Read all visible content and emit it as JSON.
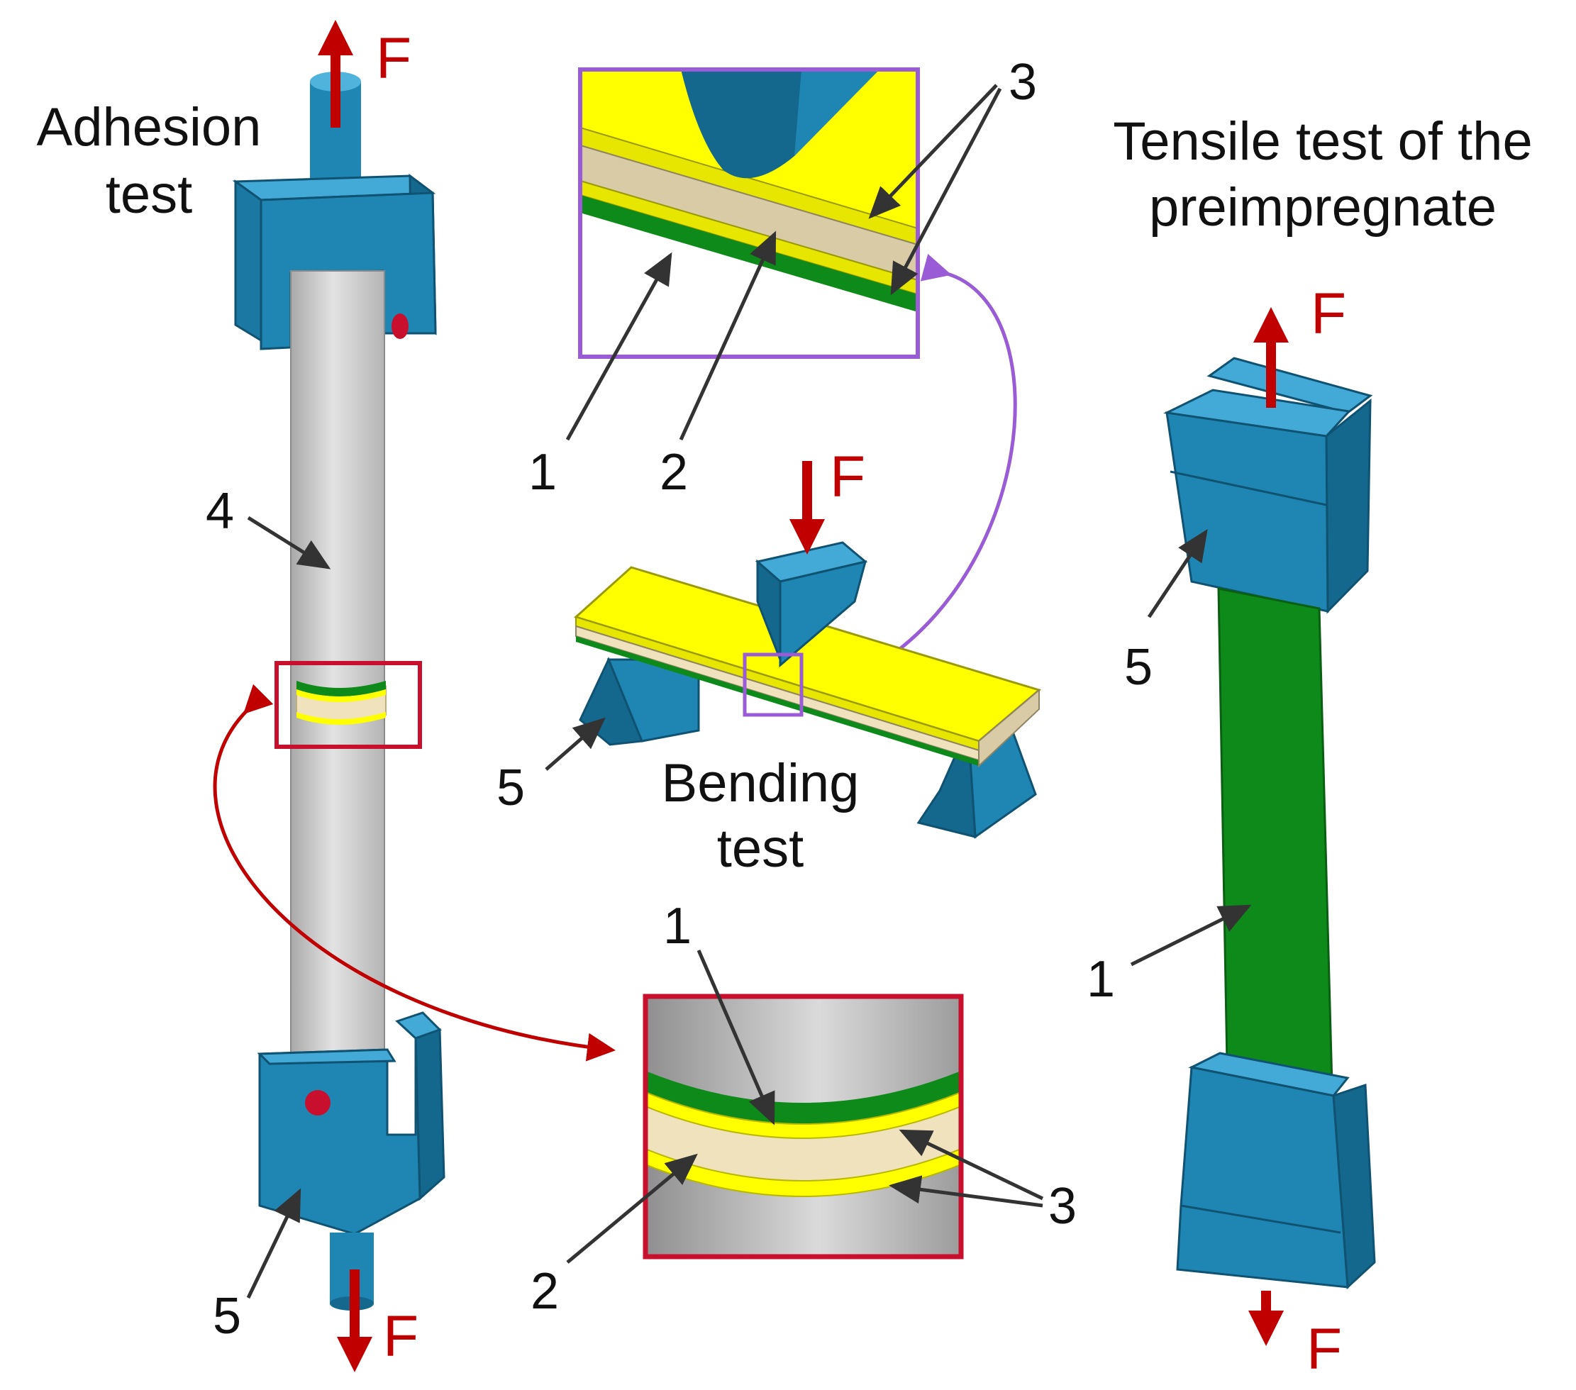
{
  "colors": {
    "fixture_blue": "#1f86b4",
    "fixture_dark": "#14688d",
    "rod_grey": "#c8c8c8",
    "prepreg_green": "#0e8a1a",
    "layer_yellow": "#ffff00",
    "core_beige": "#f0e2bd",
    "force_red": "#c00000",
    "bending_callout": "#9a5cd6",
    "adhesion_callout": "#c8102e"
  },
  "icons": [
    "force-arrow-icon",
    "pointer-arrow-icon",
    "pin-hole-icon"
  ],
  "adhesion": {
    "title_line1": "Adhesion",
    "title_line2": "test",
    "force_top": "F",
    "force_bottom": "F",
    "label_4": "4",
    "label_5": "5"
  },
  "bending": {
    "title_line1": "Bending",
    "title_line2": "test",
    "force": "F",
    "label_5": "5"
  },
  "bending_zoom": {
    "label_1": "1",
    "label_2": "2",
    "label_3": "3"
  },
  "adhesion_zoom": {
    "label_1": "1",
    "label_2": "2",
    "label_3": "3"
  },
  "tensile": {
    "title_line1": "Tensile test of the",
    "title_line2": "preimpregnate",
    "force_top": "F",
    "force_bottom": "F",
    "label_1": "1",
    "label_5": "5"
  }
}
